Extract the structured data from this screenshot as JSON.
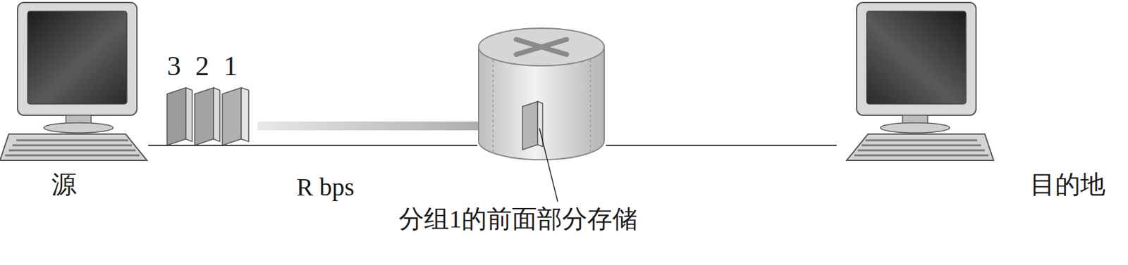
{
  "diagram": {
    "nodes": [
      {
        "text": [
          "源"
        ]
      },
      {
        "text": [
          "分组1的前面部分存储"
        ]
      },
      {
        "text": [
          "目的地"
        ]
      }
    ],
    "edges": [
      {
        "from": 0,
        "to": 1,
        "arrow": "none",
        "label": "R bps"
      },
      {
        "from": 1,
        "to": 2,
        "arrow": "none"
      }
    ],
    "labels": [
      "3",
      "2",
      "1"
    ]
  }
}
